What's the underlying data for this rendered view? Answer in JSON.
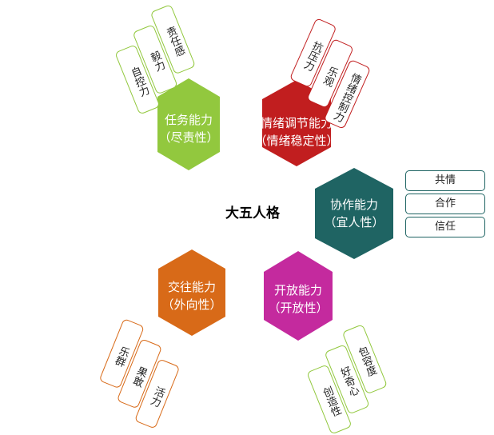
{
  "center_title": "大五人格",
  "colors": {
    "task": "#92c83e",
    "emotion": "#c11e1f",
    "cooperation": "#1f6463",
    "openness": "#c42a9e",
    "social": "#d86a18"
  },
  "hexagons": {
    "task": {
      "line1": "任务能力",
      "line2": "（尽责性）"
    },
    "emotion": {
      "line1": "情绪调节能力",
      "line2": "（情绪稳定性）"
    },
    "cooperation": {
      "line1": "协作能力",
      "line2": "（宜人性）"
    },
    "openness": {
      "line1": "开放能力",
      "line2": "（开放性）"
    },
    "social": {
      "line1": "交往能力",
      "line2": "（外向性）"
    }
  },
  "traits": {
    "task": [
      "自控力",
      "毅力",
      "责任感"
    ],
    "emotion": [
      "抗压力",
      "乐观",
      "情绪控制力"
    ],
    "cooperation": [
      "共情",
      "合作",
      "信任"
    ],
    "openness": [
      "创造性",
      "好奇心",
      "包容度"
    ],
    "social": [
      "乐群",
      "果敢",
      "活力"
    ]
  }
}
